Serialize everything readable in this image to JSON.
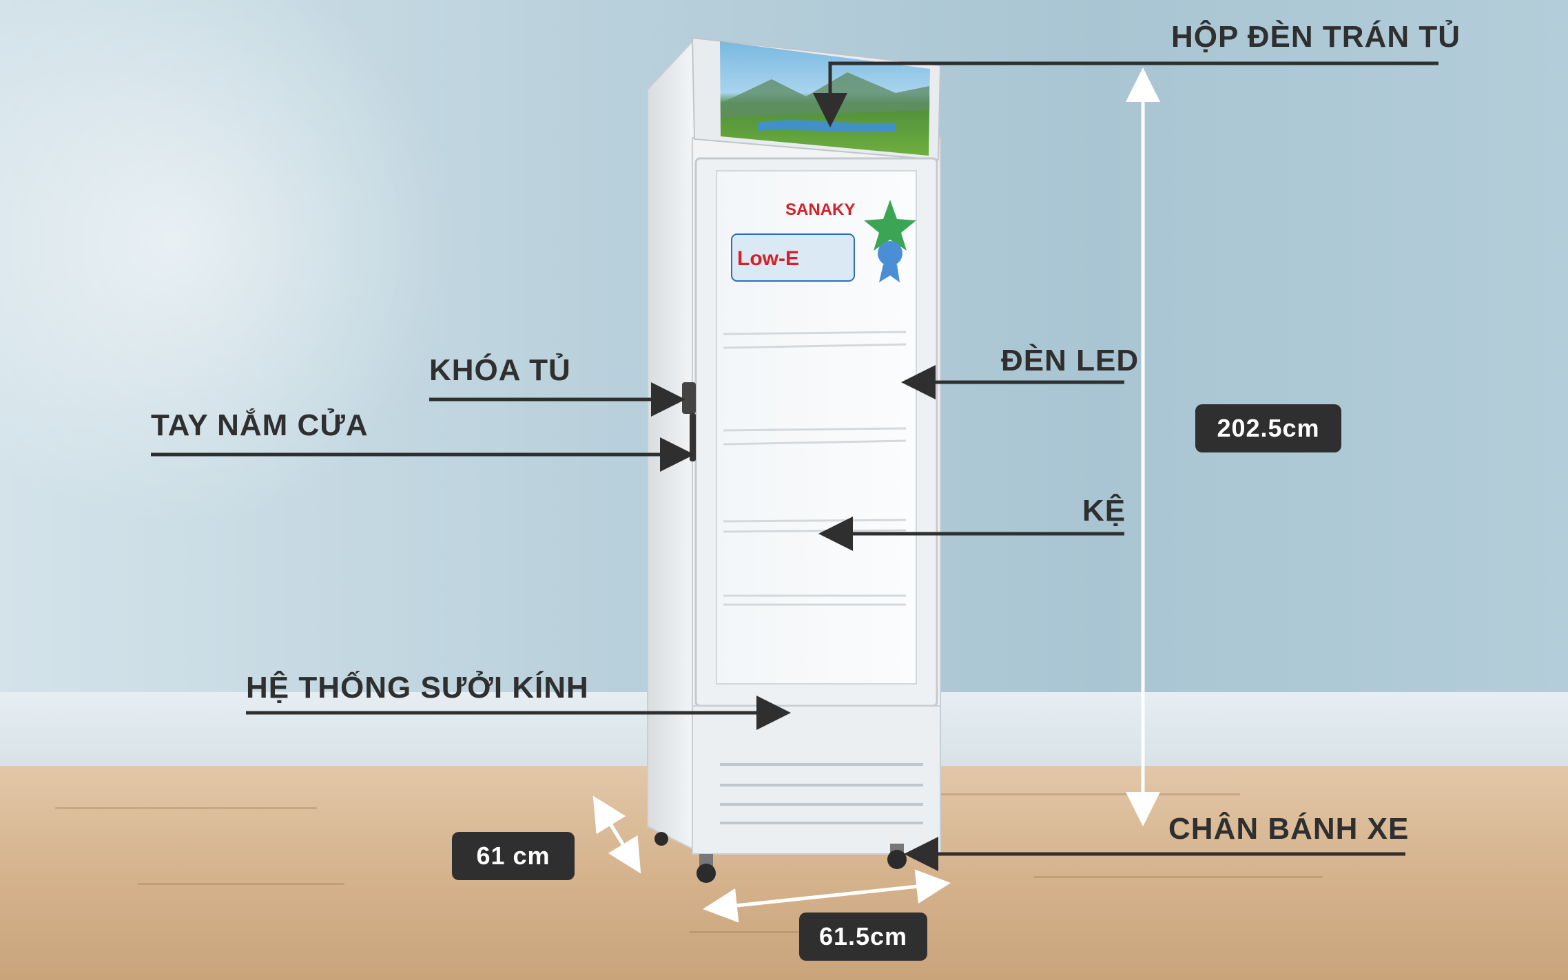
{
  "labels": {
    "top_light_box": "HỘP ĐÈN TRÁN TỦ",
    "lock": "KHÓA TỦ",
    "handle": "TAY NẮM CỬA",
    "led": "ĐÈN LED",
    "shelf": "KỆ",
    "glass_heater": "HỆ THỐNG SƯỞI KÍNH",
    "wheels": "CHÂN BÁNH XE"
  },
  "dimensions": {
    "height": "202.5cm",
    "depth": "61 cm",
    "width": "61.5cm"
  },
  "product": {
    "brand": "SANAKY",
    "door_sticker": "Low-E"
  },
  "colors": {
    "label_text": "#2f2f2f",
    "arrow": "#2f2f2f",
    "dimension_arrow": "#ffffff",
    "badge_bg": "#2f2f2f",
    "badge_text": "#ffffff",
    "brand": "#d62027"
  }
}
